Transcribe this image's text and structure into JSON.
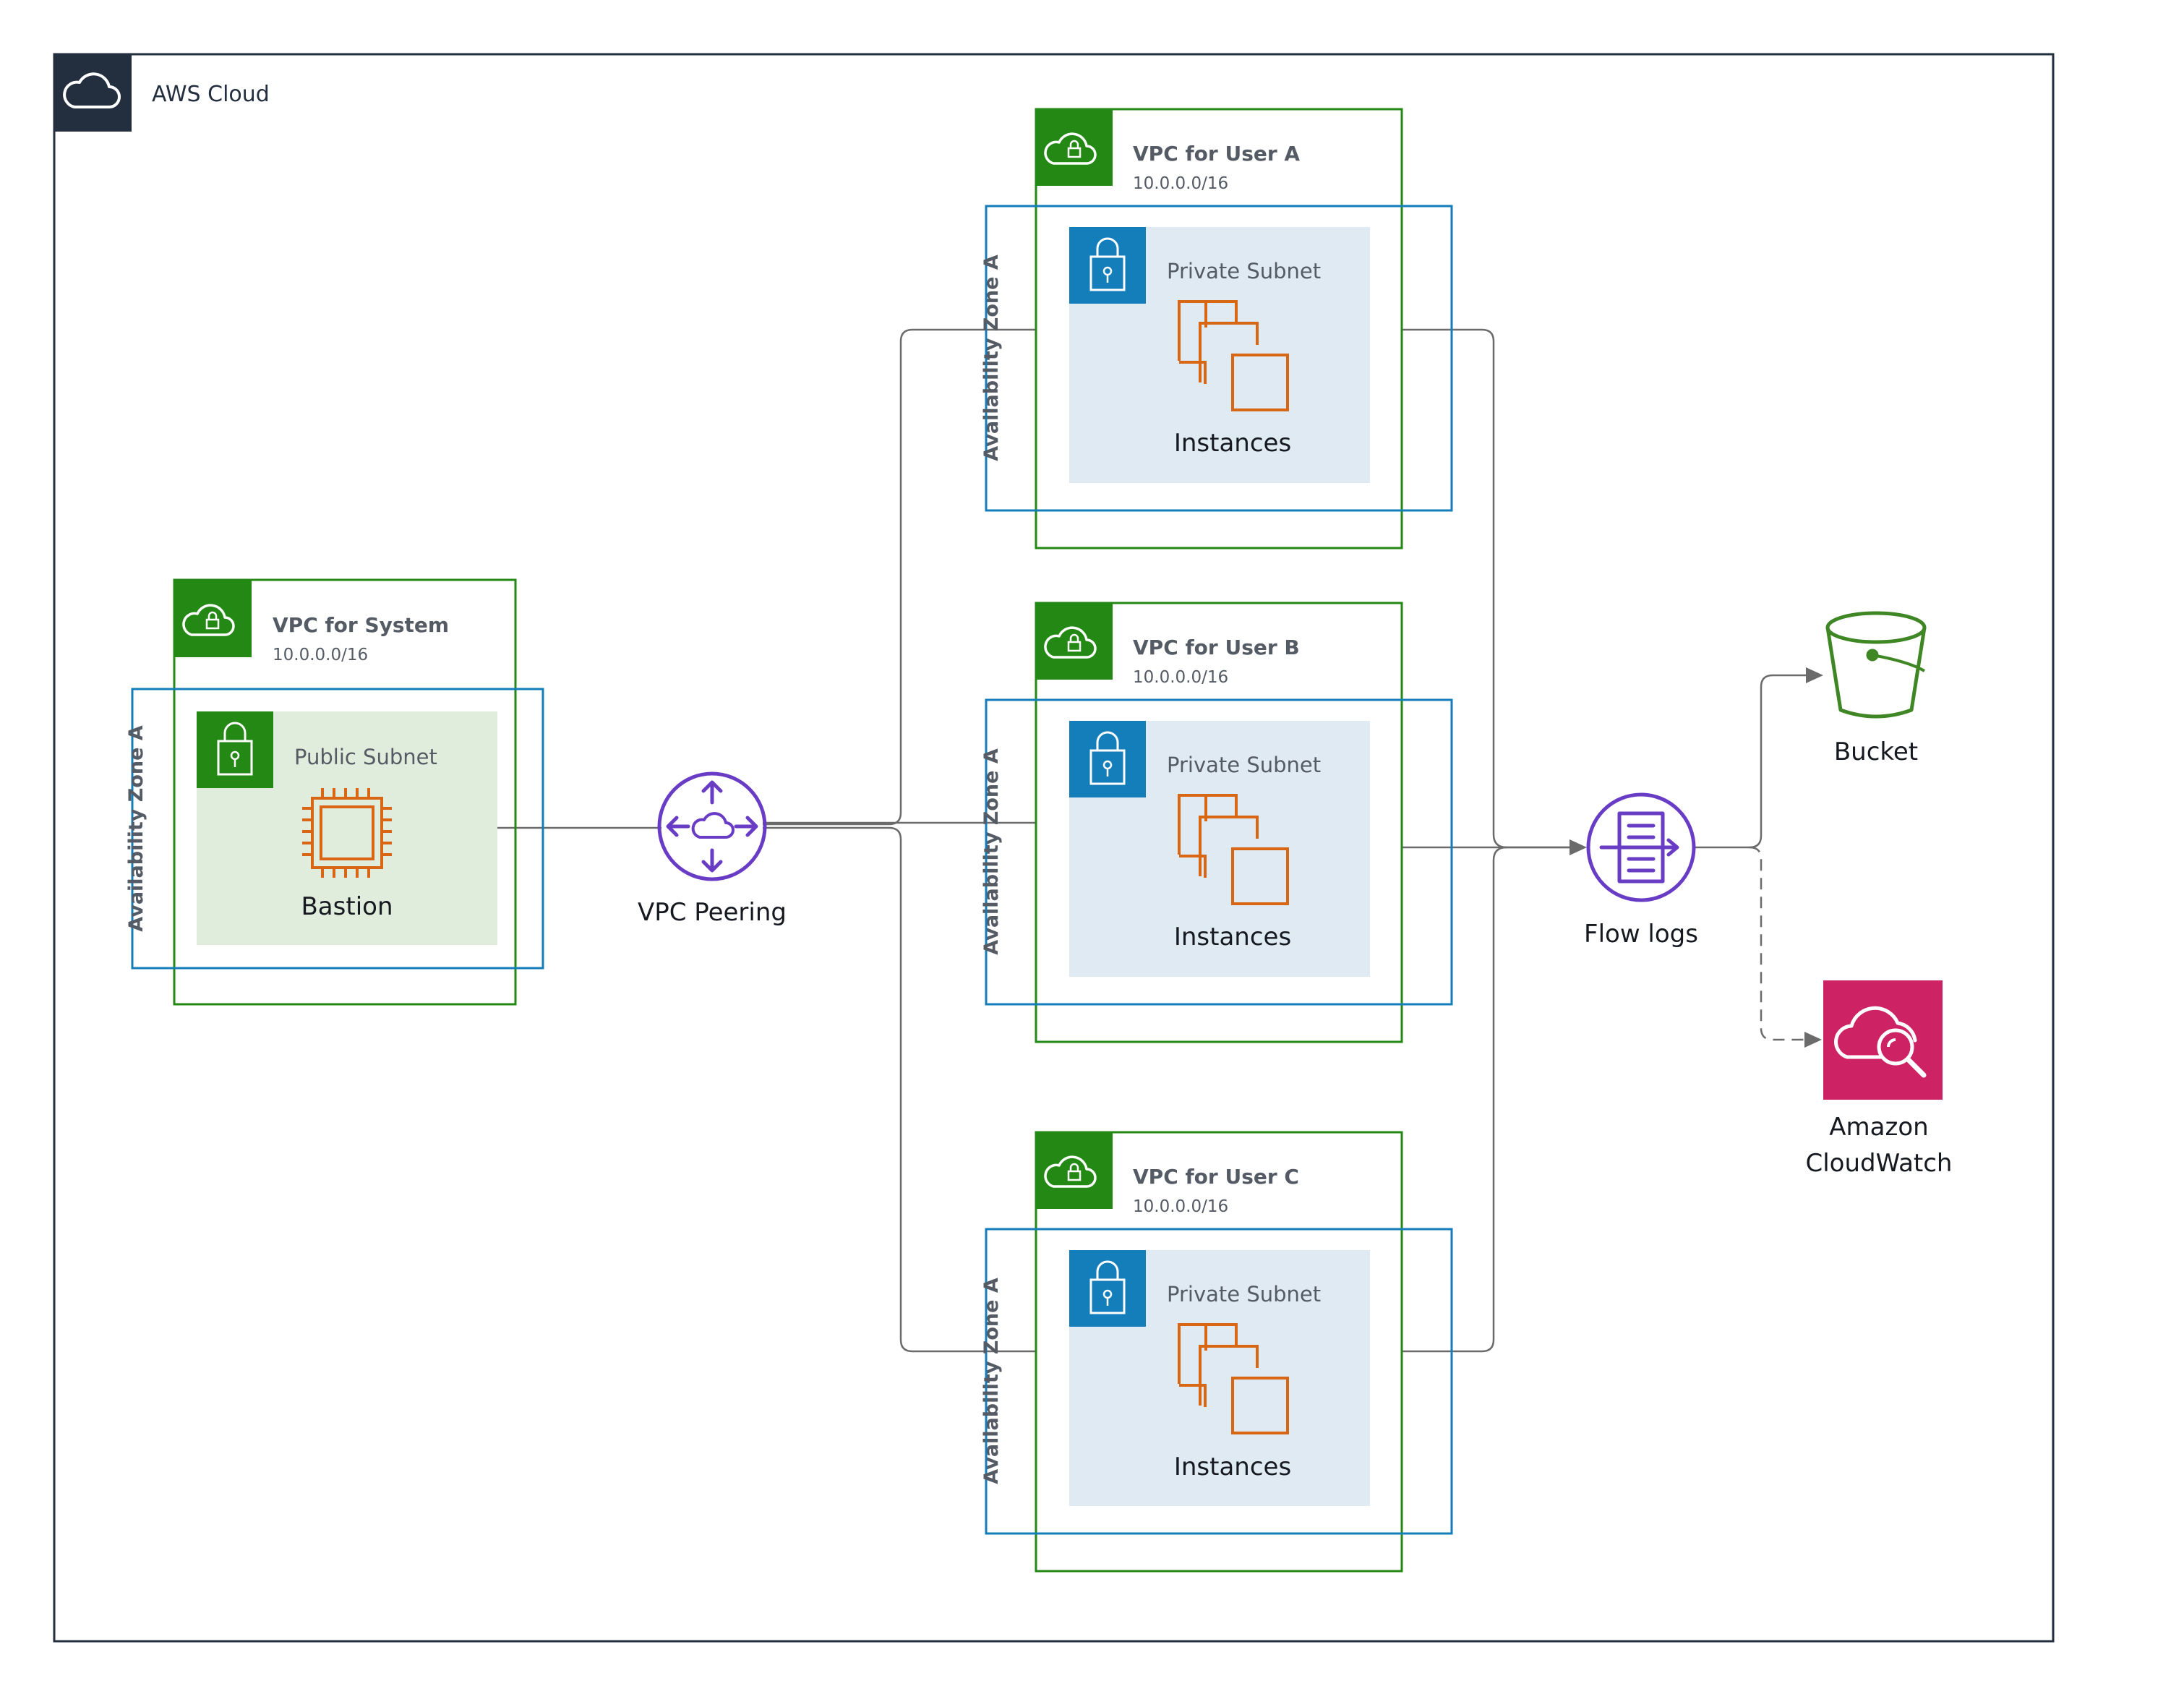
{
  "cloud": {
    "title": "AWS Cloud",
    "icon": "cloud-icon"
  },
  "system_vpc": {
    "name": "VPC for System",
    "cidr": "10.0.0.0/16",
    "az": "Availability Zone A",
    "subnet": "Public Subnet",
    "resource": "Bastion"
  },
  "user_vpcs": [
    {
      "name": "VPC for User A",
      "cidr": "10.0.0.0/16",
      "az": "Availability Zone A",
      "subnet": "Private Subnet",
      "resource": "Instances"
    },
    {
      "name": "VPC for User B",
      "cidr": "10.0.0.0/16",
      "az": "Availability Zone A",
      "subnet": "Private Subnet",
      "resource": "Instances"
    },
    {
      "name": "VPC for User C",
      "cidr": "10.0.0.0/16",
      "az": "Availability Zone A",
      "subnet": "Private Subnet",
      "resource": "Instances"
    }
  ],
  "peering": {
    "label": "VPC Peering"
  },
  "flow_logs": {
    "label": "Flow logs"
  },
  "bucket": {
    "label": "Bucket"
  },
  "cloudwatch": {
    "label_line1": "Amazon",
    "label_line2": "CloudWatch"
  },
  "colors": {
    "aws_dark": "#232f3e",
    "vpc_green": "#248814",
    "az_blue": "#147eba",
    "private_subnet_bg": "#dfeaf2",
    "public_subnet_bg": "#e1eddc",
    "ec2_orange": "#d86613",
    "network_purple": "#693cc5",
    "s3_green": "#3f8624",
    "cloudwatch_pink": "#cd2264"
  }
}
